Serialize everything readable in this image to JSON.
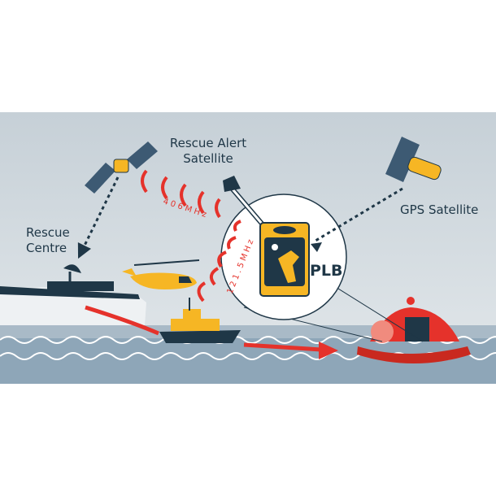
{
  "labels": {
    "rescue_alert_satellite_line1": "Rescue Alert",
    "rescue_alert_satellite_line2": "Satellite",
    "rescue_centre_line1": "Rescue",
    "rescue_centre_line2": "Centre",
    "gps_satellite": "GPS Satellite",
    "freq_406": "406MHz",
    "freq_121": "121.5MHz",
    "plb": "PLB"
  },
  "colors": {
    "sky": "#c9d3d9",
    "sea": "#8ea6b8",
    "signal_red": "#e5322b",
    "yellow": "#f6b624",
    "navy": "#1f3747"
  }
}
